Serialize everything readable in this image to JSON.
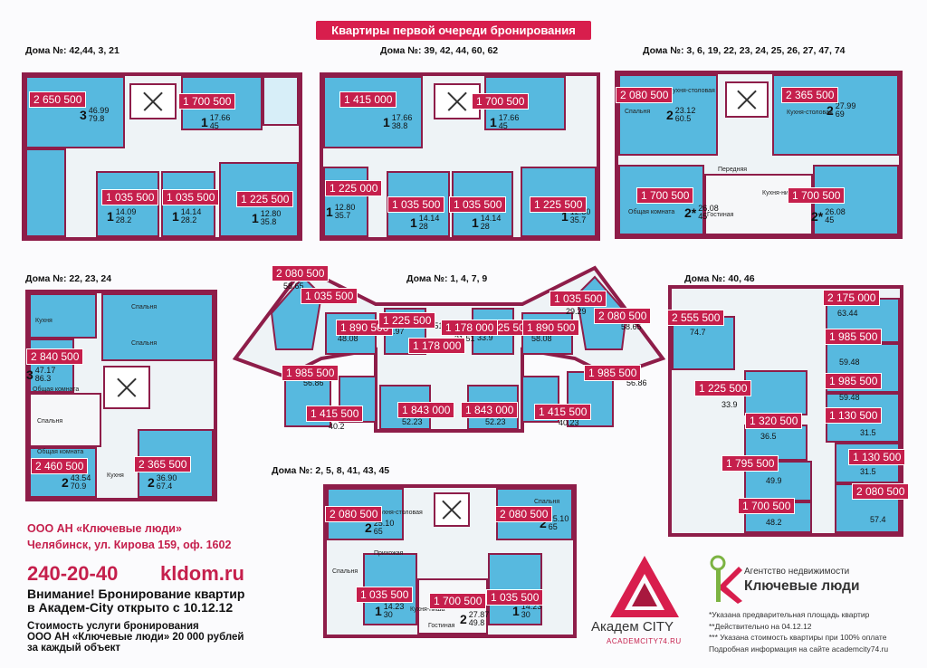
{
  "header": {
    "title": "Квартиры первой очереди бронирования"
  },
  "blocks": {
    "b1": {
      "title": "Дома №: 42,44, 3, 21",
      "prices": [
        "2 650 500",
        "1 700 500",
        "1 035 500",
        "1 035 500",
        "1 225 500"
      ],
      "units": [
        [
          "3",
          "46.99",
          "79.8"
        ],
        [
          "1",
          "17.66",
          "45"
        ],
        [
          "1",
          "14.09",
          "28.2"
        ],
        [
          "1",
          "14.14",
          "28.2"
        ],
        [
          "1",
          "12.80",
          "35.8"
        ]
      ]
    },
    "b2": {
      "title": "Дома №: 39, 42, 44, 60, 62",
      "prices": [
        "1 415 000",
        "1 700 500",
        "1 225 000",
        "1 035 500",
        "1 035 500",
        "1 225 500"
      ],
      "units": [
        [
          "1",
          "17.66",
          "38.8"
        ],
        [
          "1",
          "17.66",
          "45"
        ],
        [
          "1",
          "12.80",
          "35.7"
        ],
        [
          "1",
          "14.14",
          "28"
        ],
        [
          "1",
          "14.14",
          "28"
        ],
        [
          "1",
          "12.80",
          "35.7"
        ]
      ]
    },
    "b3": {
      "title": "Дома №: 3, 6, 19, 22, 23, 24, 25, 26, 27, 47, 74",
      "prices": [
        "2 080 500",
        "2 365 500",
        "1 700 500",
        "1 700 500"
      ],
      "units": [
        [
          "2",
          "23.12",
          "60.5"
        ],
        [
          "2",
          "27.99",
          "69"
        ],
        [
          "2*",
          "26.08",
          "45"
        ],
        [
          "2*",
          "26.08",
          "45"
        ]
      ],
      "rooms": [
        "Кухня-столовая",
        "Спальня",
        "Общая комната",
        "Кухня-столовая",
        "Передняя",
        "Гостиная",
        "Кухня-ниша"
      ]
    },
    "b4": {
      "title": "Дома №: 22, 23, 24",
      "prices": [
        "2 840 500",
        "2 460 500",
        "2 365 500"
      ],
      "units": [
        [
          "3",
          "47.17",
          "86.3"
        ],
        [
          "2",
          "43.54",
          "70.9"
        ],
        [
          "2",
          "36.90",
          "67.4"
        ]
      ],
      "rooms": [
        "Кухня",
        "Спальня",
        "Спальня",
        "Общая комната",
        "Спальня",
        "Общая комната",
        "Кухня"
      ]
    },
    "b5": {
      "title": "Дома №: 1, 4, 7, 9",
      "prices": [
        "2 080 500",
        "1 035 500",
        "1 890 500",
        "1 225 500",
        "1 178 000",
        "1 225 500",
        "1 890 500",
        "1 035 500",
        "2 080 500",
        "1 178 000",
        "1 985 500",
        "1 985 500",
        "1 415 500",
        "1 843 000",
        "1 843 000",
        "1 415 500"
      ],
      "areas": [
        "58.65",
        "48.08",
        "33.97",
        "31.51",
        "31.51",
        "33.9",
        "58.08",
        "58.65",
        "56.86",
        "40.2",
        "52.23",
        "52.23",
        "40.23",
        "56.86",
        "29.29"
      ]
    },
    "b6": {
      "title": "Дома №: 40, 46",
      "prices": [
        "2 175 000",
        "2 555 500",
        "1 985 500",
        "1 985 500",
        "1 225 500",
        "1 130 500",
        "1 320 500",
        "1 795 500",
        "1 130 500",
        "1 700 500",
        "2 080 500"
      ],
      "areas": [
        "63.44",
        "74.7",
        "59.48",
        "59.48",
        "33.9",
        "31.5",
        "36.5",
        "49.9",
        "31.5",
        "48.2",
        "57.4"
      ]
    },
    "b7": {
      "title": "Дома №: 2, 5, 8, 41, 43, 45",
      "prices": [
        "2 080 500",
        "2 080 500",
        "1 035 500",
        "1 700 500",
        "1 035 500"
      ],
      "units": [
        [
          "2",
          "25.10",
          "65"
        ],
        [
          "2",
          "25.10",
          "65"
        ],
        [
          "1",
          "14.23",
          "30"
        ],
        [
          "2",
          "27.87",
          "49.8"
        ],
        [
          "1",
          "14.23",
          "30"
        ]
      ],
      "rooms": [
        "Кухня-столовая",
        "Спальня",
        "Прихожая",
        "Спальня",
        "Гостиная",
        "Кухня-ниша"
      ]
    }
  },
  "contacts": {
    "company": "ООО АН «Ключевые люди»",
    "address": "Челябинск, ул. Кирова 159, оф. 1602",
    "phone": "240-20-40",
    "website": "kldom.ru",
    "notice_line1": "Внимание! Бронирование квартир",
    "notice_line2": "в Академ-City открыто с 10.12.12",
    "cost_line1": "Стоимость услуги бронирования",
    "cost_line2": "ООО АН «Ключевые люди» 20 000 рублей",
    "cost_line3": "за каждый объект"
  },
  "brand_academ": {
    "name": "Академ CITY",
    "url": "ACADEMCITY74.RU",
    "color": "#c51f4c"
  },
  "brand_kl": {
    "agency": "Агентство недвижимости",
    "name": "Ключевые люди"
  },
  "footnotes": [
    "*Указана предварительная площадь квартир",
    "**Действительно на 04.12.12",
    "*** Указана стоимость квартиры при 100% оплате",
    "Подробная информация на сайте academcity74.ru"
  ],
  "colors": {
    "wall": "#8e1d49",
    "apartment": "#57b9df",
    "price_tag": "#c51f4c"
  }
}
